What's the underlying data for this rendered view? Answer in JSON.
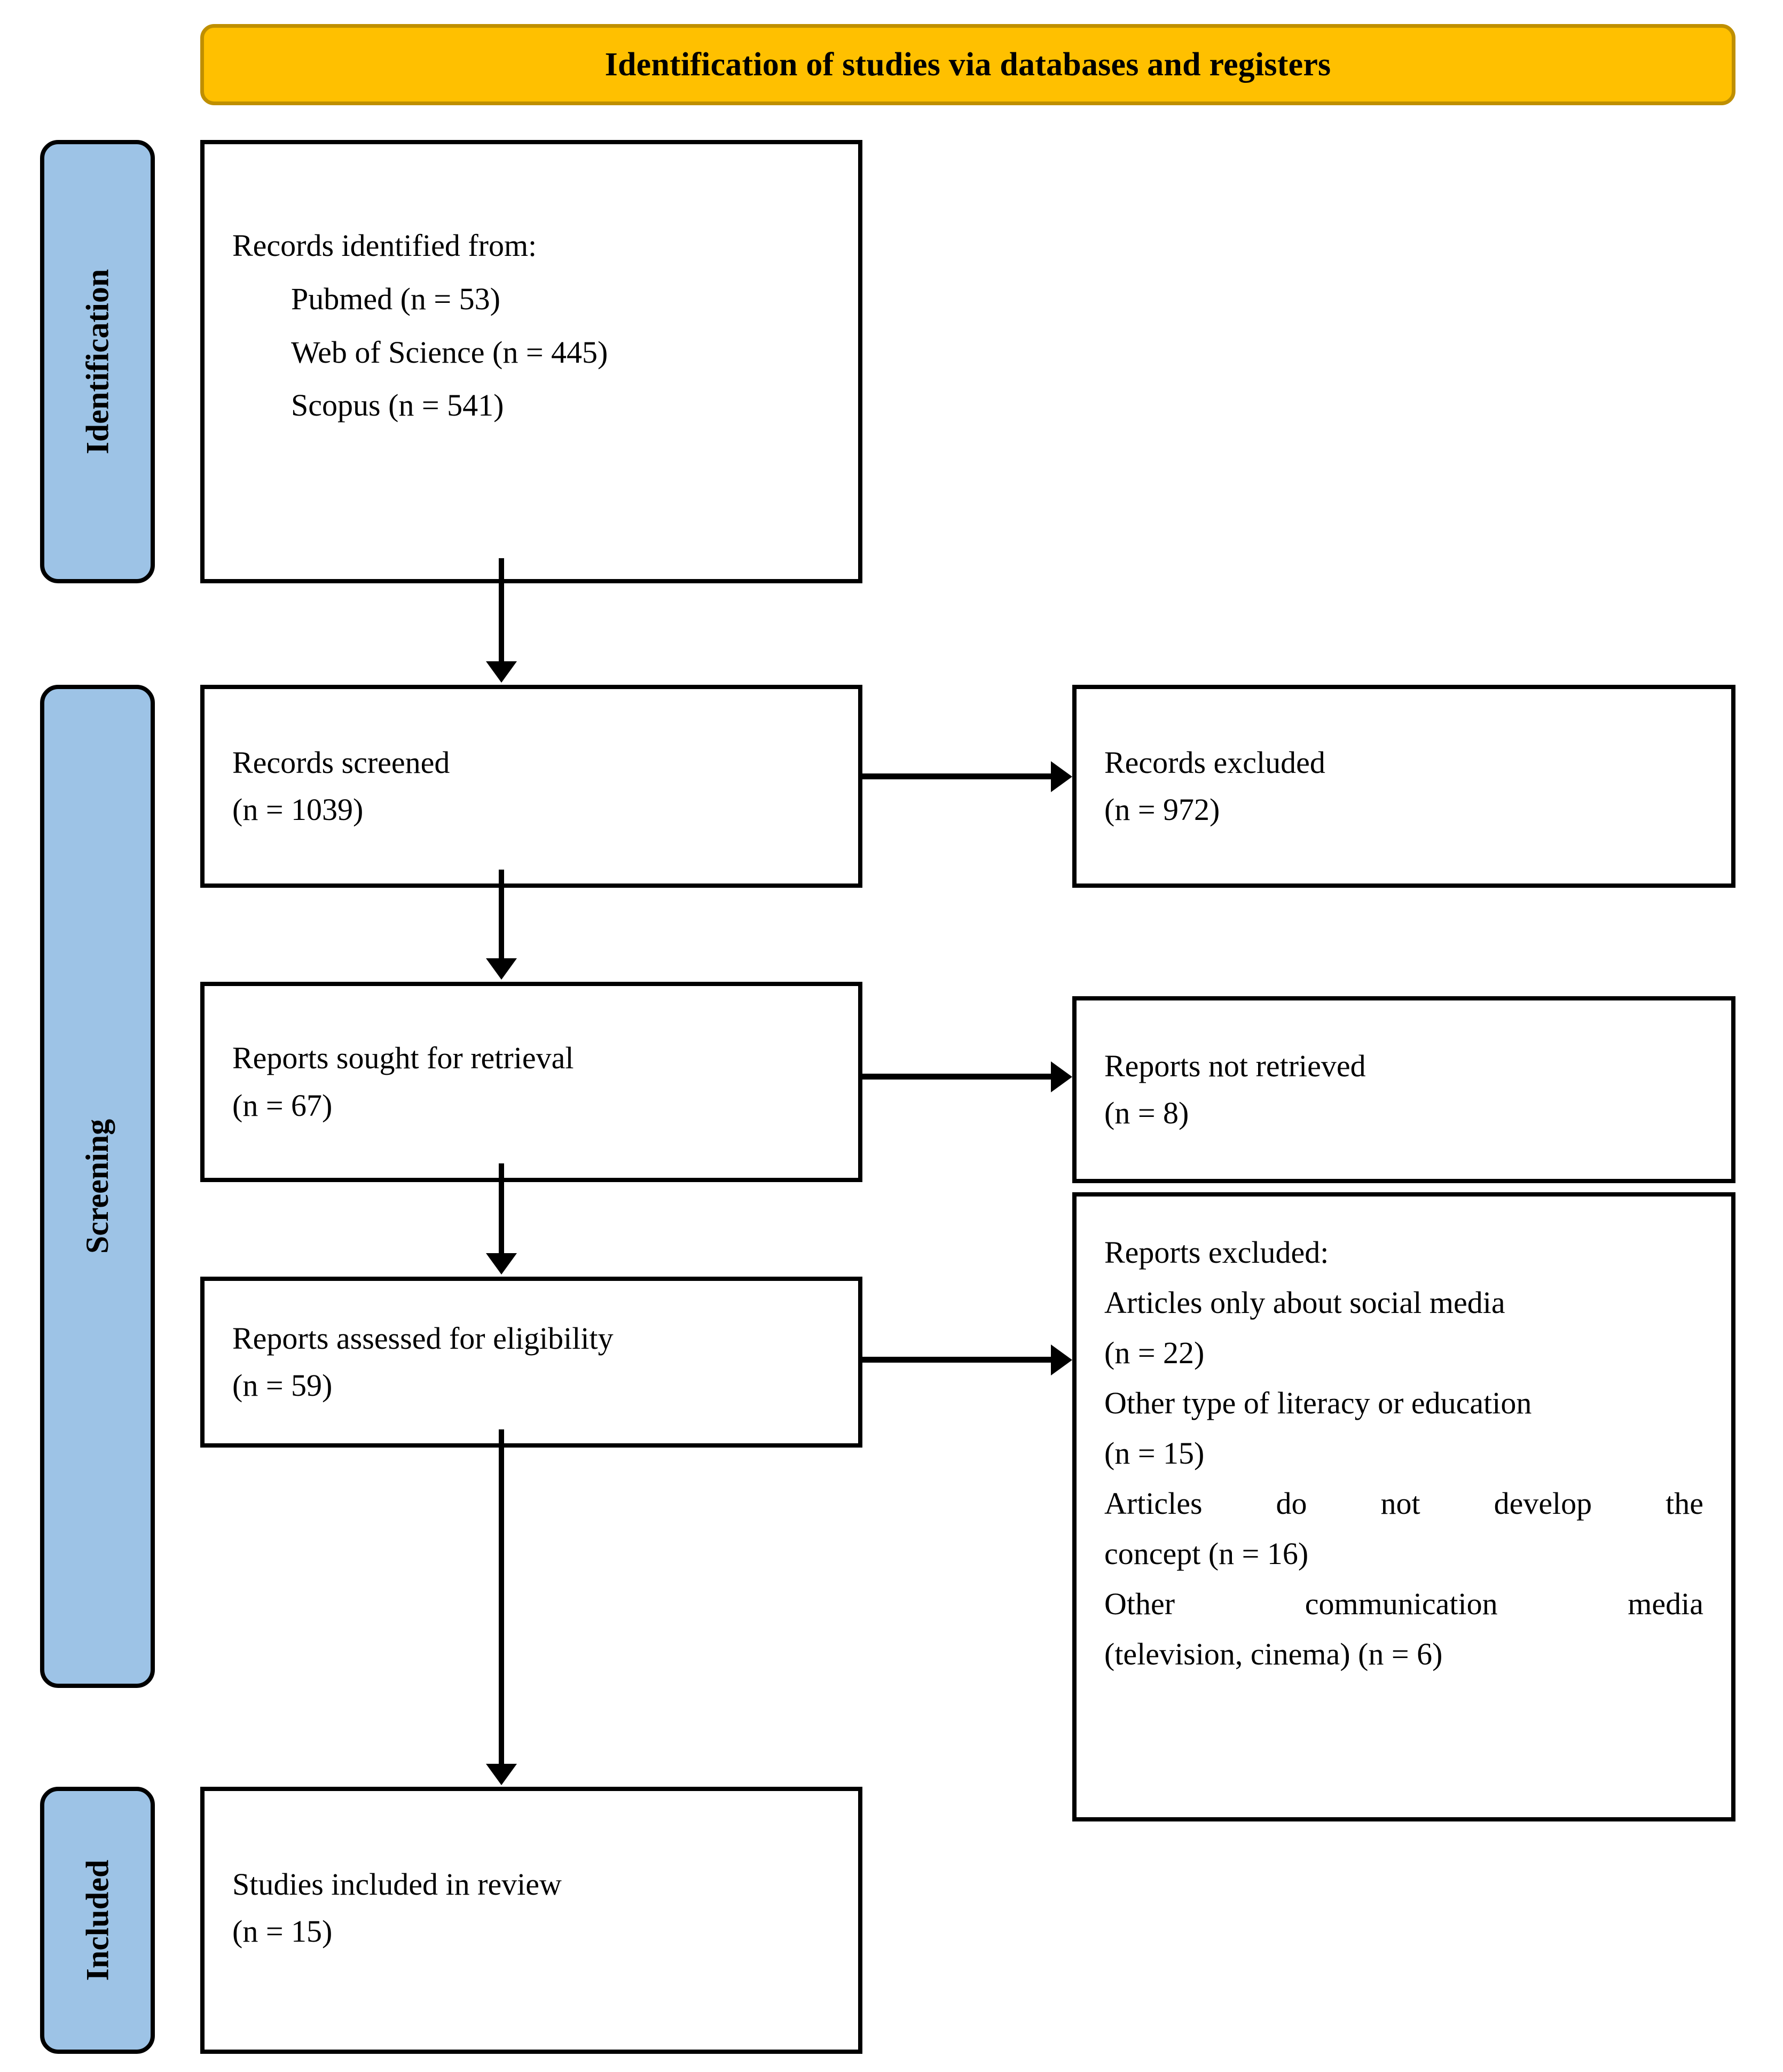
{
  "header": {
    "title": "Identification of studies via databases and registers"
  },
  "stages": [
    {
      "id": "identification",
      "label": "Identification"
    },
    {
      "id": "screening",
      "label": "Screening"
    },
    {
      "id": "included",
      "label": "Included"
    }
  ],
  "boxes": {
    "records_identified": {
      "title": "Records identified from:",
      "sources": [
        "Pubmed (n = 53)",
        "Web of Science (n = 445)",
        "Scopus (n = 541)"
      ]
    },
    "records_screened": {
      "label": "Records screened",
      "count": "(n = 1039)"
    },
    "records_excluded": {
      "label": "Records excluded",
      "count": "(n = 972)"
    },
    "reports_sought": {
      "label": "Reports sought for retrieval",
      "count": "(n = 67)"
    },
    "reports_not_retrieved": {
      "label": "Reports not retrieved",
      "count": "(n = 8)"
    },
    "reports_assessed": {
      "label": "Reports assessed for eligibility",
      "count": "(n = 59)"
    },
    "reports_excluded": {
      "title": "Reports excluded:",
      "reason_1": "Articles only about social media",
      "count_1": "(n = 22)",
      "reason_2": "Other type of literacy or education",
      "count_2": "(n = 15)",
      "reason_3": "Articles do not develop the",
      "reason_3_cont": "concept (n = 16)",
      "reason_4": "Other communication media",
      "reason_4_cont": "(television, cinema) (n = 6)"
    },
    "studies_included": {
      "label": "Studies included in review",
      "count": "(n = 15)"
    }
  },
  "colors": {
    "header_fill": "#FFC000",
    "header_border": "#BF8F00",
    "stage_fill": "#9DC3E6",
    "box_border": "#000000",
    "box_fill": "#FFFFFF"
  },
  "arrows": [
    {
      "name": "identified-to-screened",
      "direction": "down"
    },
    {
      "name": "screened-to-excluded",
      "direction": "right"
    },
    {
      "name": "screened-to-sought",
      "direction": "down"
    },
    {
      "name": "sought-to-not-retrieved",
      "direction": "right"
    },
    {
      "name": "sought-to-assessed",
      "direction": "down"
    },
    {
      "name": "assessed-to-reports-excluded",
      "direction": "right"
    },
    {
      "name": "assessed-to-included",
      "direction": "down"
    }
  ]
}
